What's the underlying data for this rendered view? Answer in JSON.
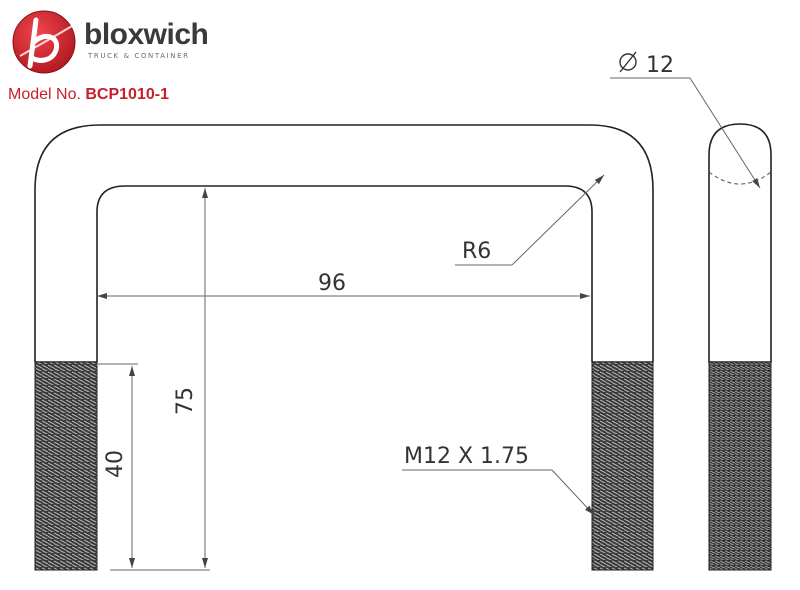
{
  "brand": {
    "name": "bloxwich",
    "tagline": "TRUCK & CONTAINER",
    "accent_color": "#c8202a",
    "logo_icon": "bloxwich-b-logo-icon"
  },
  "model": {
    "label": "Model No.",
    "number": "BCP1010-1"
  },
  "dimensions": {
    "diameter": "12",
    "radius": "R6",
    "width": "96",
    "height": "75",
    "thread_length": "40",
    "thread_spec": "M12 X 1.75"
  }
}
